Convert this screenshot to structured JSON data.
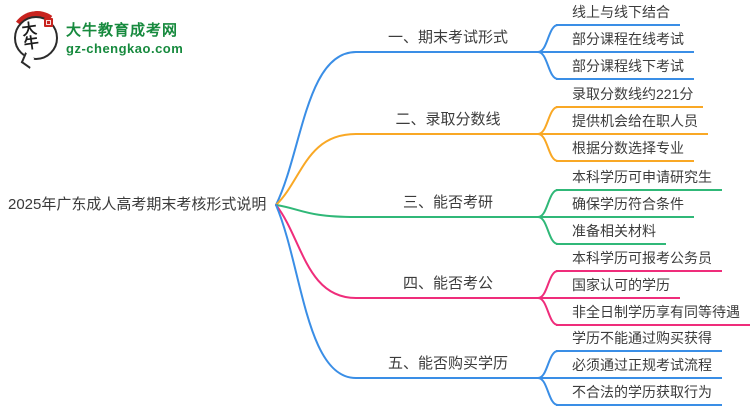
{
  "logo": {
    "bubble_text": "大牛",
    "site_name": "大牛教育成考网",
    "site_url": "gz-chengkao.com",
    "brand_green": "#178a3e",
    "brand_red": "#c8231f"
  },
  "central_topic": "2025年广东成人高考期末考核形式说明",
  "branches": [
    {
      "label": "一、期末考试形式",
      "color": "#3a8ee6",
      "leaves": [
        "线上与线下结合",
        "部分课程在线考试",
        "部分课程线下考试"
      ]
    },
    {
      "label": "二、录取分数线",
      "color": "#f9a825",
      "leaves": [
        "录取分数线约221分",
        "提供机会给在职人员",
        "根据分数选择专业"
      ]
    },
    {
      "label": "三、能否考研",
      "color": "#30b878",
      "leaves": [
        "本科学历可申请研究生",
        "确保学历符合条件",
        "准备相关材料"
      ]
    },
    {
      "label": "四、能否考公",
      "color": "#ef2d7b",
      "leaves": [
        "本科学历可报考公务员",
        "国家认可的学历",
        "非全日制学历享有同等待遇"
      ]
    },
    {
      "label": "五、能否购买学历",
      "color": "#3a8ee6",
      "leaves": [
        "学历不能通过购买获得",
        "必须通过正规考试流程",
        "不合法的学历获取行为"
      ]
    }
  ]
}
